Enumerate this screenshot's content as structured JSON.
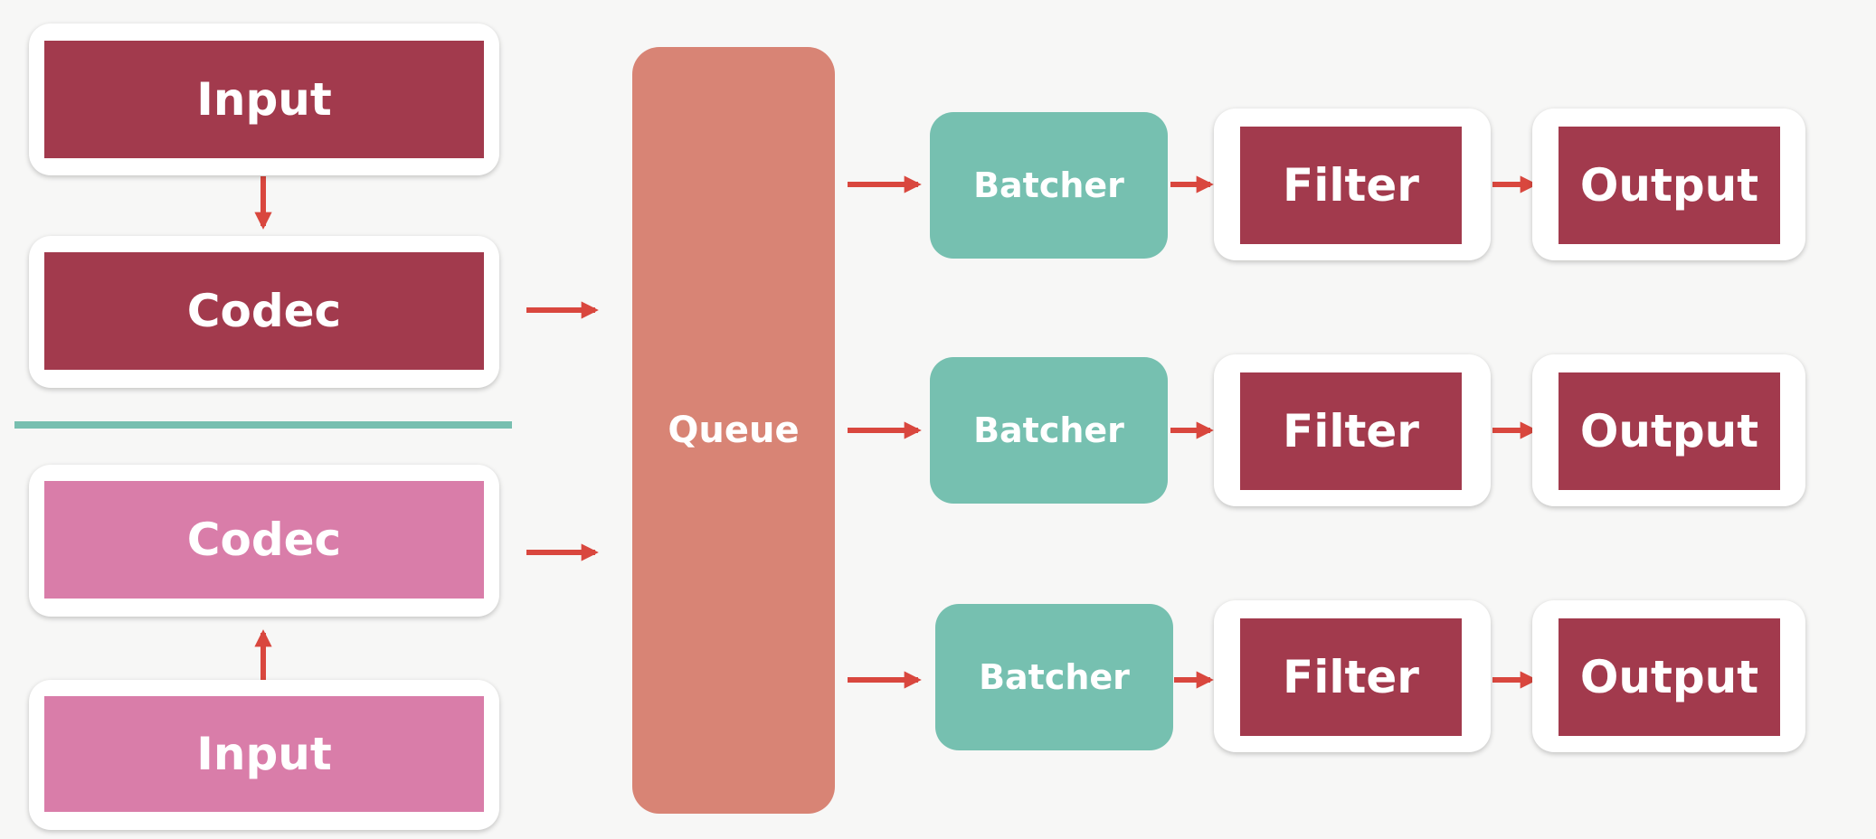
{
  "inputs_top": {
    "input_label": "Input",
    "codec_label": "Codec"
  },
  "inputs_bottom": {
    "codec_label": "Codec",
    "input_label": "Input"
  },
  "queue": {
    "label": "Queue"
  },
  "pipelines": [
    {
      "batcher": "Batcher",
      "filter": "Filter",
      "output": "Output"
    },
    {
      "batcher": "Batcher",
      "filter": "Filter",
      "output": "Output"
    },
    {
      "batcher": "Batcher",
      "filter": "Filter",
      "output": "Output"
    }
  ],
  "colors": {
    "maroon": "#a23a4d",
    "pink": "#d97da9",
    "teal": "#76c0b0",
    "queue": "#d88475",
    "arrow": "#d9473e",
    "divider": "#78bfb0"
  }
}
